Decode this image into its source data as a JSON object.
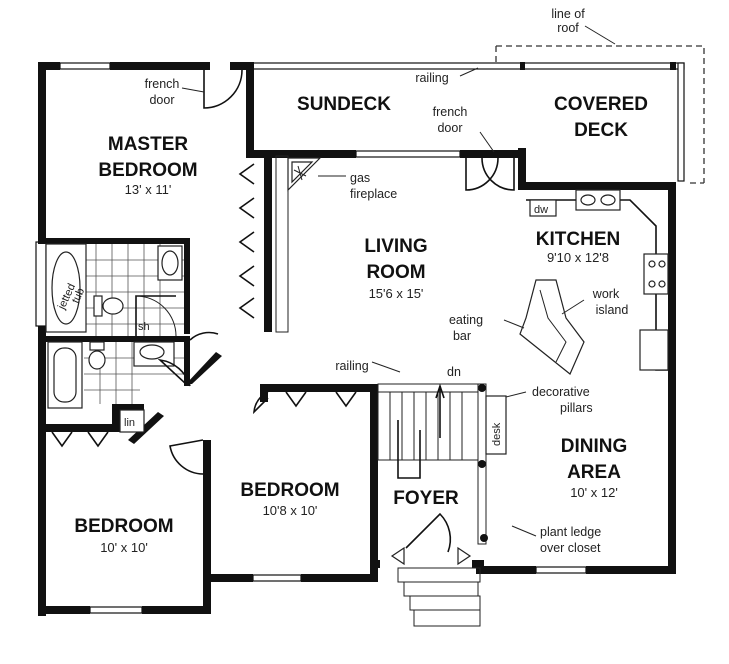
{
  "rooms": {
    "master_bedroom": {
      "line1": "MASTER",
      "line2": "BEDROOM",
      "dim": "13' x 11'"
    },
    "sundeck": {
      "name": "SUNDECK"
    },
    "covered_deck": {
      "line1": "COVERED",
      "line2": "DECK"
    },
    "living_room": {
      "line1": "LIVING",
      "line2": "ROOM",
      "dim": "15'6 x 15'"
    },
    "kitchen": {
      "name": "KITCHEN",
      "dim": "9'10 x 12'8"
    },
    "bedroom_center": {
      "name": "BEDROOM",
      "dim": "10'8 x 10'"
    },
    "foyer": {
      "name": "FOYER"
    },
    "dining_area": {
      "line1": "DINING",
      "line2": "AREA",
      "dim": "10' x 12'"
    },
    "bedroom_left": {
      "name": "BEDROOM",
      "dim": "10' x 10'"
    }
  },
  "labels": {
    "line_of_roof": {
      "line1": "line of",
      "line2": "roof"
    },
    "railing_top": "railing",
    "french_door_left": {
      "line1": "french",
      "line2": "door"
    },
    "french_door_right": {
      "line1": "french",
      "line2": "door"
    },
    "gas_fireplace": {
      "line1": "gas",
      "line2": "fireplace"
    },
    "dw": "dw",
    "work_island": {
      "line1": "work",
      "line2": "island"
    },
    "eating_bar": {
      "line1": "eating",
      "line2": "bar"
    },
    "railing_stair": "railing",
    "dn": "dn",
    "decorative_pillars": {
      "line1": "decorative",
      "line2": "pillars"
    },
    "desk": "desk",
    "plant_ledge": {
      "line1": "plant ledge",
      "line2": "over closet"
    },
    "jetted_tub": {
      "line1": "jetted",
      "line2": "tub"
    },
    "shower": "sh",
    "linen": "lin"
  }
}
